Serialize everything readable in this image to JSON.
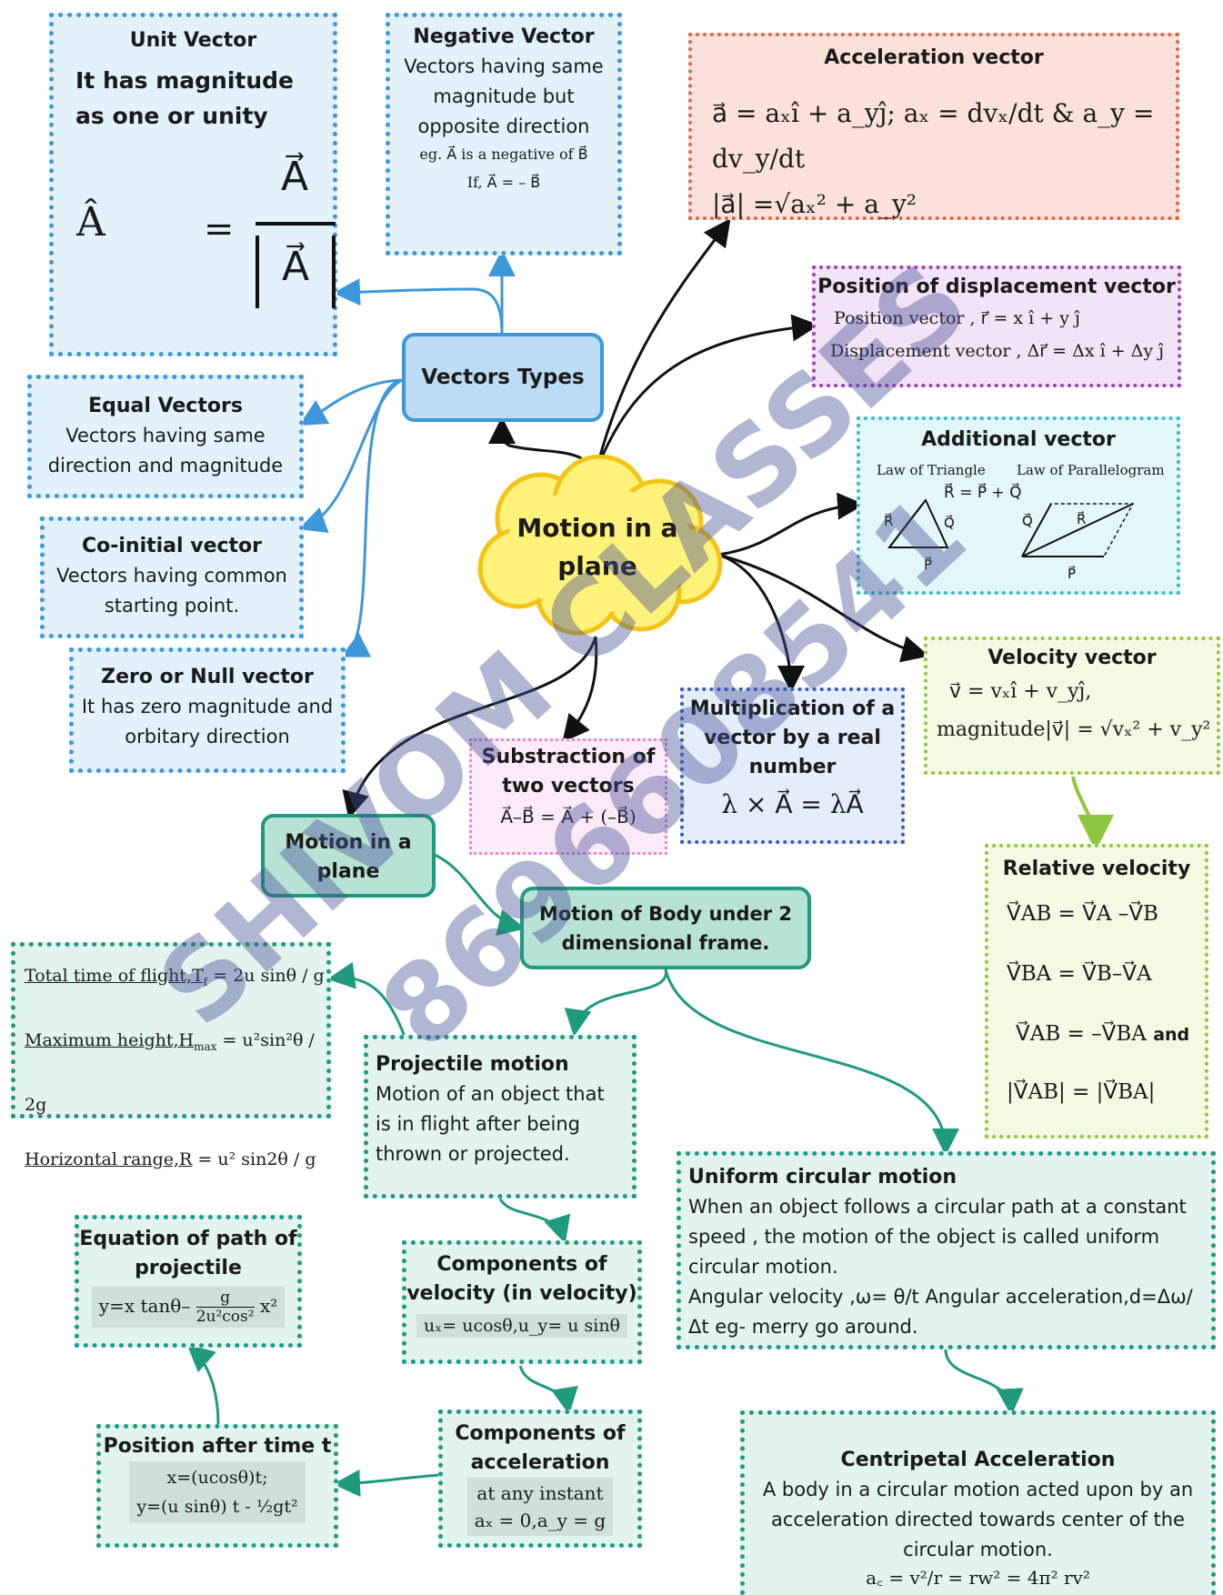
{
  "center": {
    "title": "Motion in a plane"
  },
  "types": {
    "hub": "Vectors Types",
    "unit": {
      "title": "Unit Vector",
      "text": "It has magnitude as one or unity",
      "formula_lhs": "Â",
      "formula_num": "A⃗",
      "formula_den": "A⃗"
    },
    "negative": {
      "title": "Negative Vector",
      "text": "Vectors having same magnitude but opposite direction",
      "example": "eg. A⃗ is a negative of B⃗",
      "formula": "If, A⃗ = – B⃗"
    },
    "equal": {
      "title": "Equal Vectors",
      "text": "Vectors having  same direction  and magnitude"
    },
    "coinitial": {
      "title": "Co-initial vector",
      "text": "Vectors having common starting  point."
    },
    "zero": {
      "title": "Zero or Null vector",
      "text": "It has zero magnitude and orbitary direction"
    }
  },
  "acceleration": {
    "title": "Acceleration vector",
    "line1": "a⃗ = aₓî + a_yĵ; aₓ = dvₓ/dt & a_y = dv_y/dt",
    "line2": "|a⃗| =√aₓ² + a_y²"
  },
  "position": {
    "title": "Position of displacement vector",
    "line1": "Position vector ,  r⃗ = x î + y ĵ",
    "line2": "Displacement vector ,   Δr⃗ = Δx î + Δy ĵ"
  },
  "additional": {
    "title": "Additional vector",
    "triangle_label": "Law of Triangle",
    "parallelogram_label": "Law of Parallelogram",
    "formula": "R⃗ = P⃗ + Q⃗",
    "R": "R⃗",
    "P": "P⃗",
    "Q": "Q⃗"
  },
  "velocity": {
    "title": "Velocity vector",
    "line1": "v⃗ = vₓî + v_yĵ,",
    "line2": "magnitude|v⃗| = √vₓ² + v_y²"
  },
  "relative": {
    "title": "Relative velocity",
    "line1": "V⃗AB = V⃗A –V⃗B",
    "line2": "V⃗BA = V⃗B–V⃗A",
    "line3": "V⃗AB = –V⃗BA",
    "and": "and",
    "line4": "|V⃗AB| = |V⃗BA|"
  },
  "multiplication": {
    "title": "Multiplication of a vector by a real number",
    "formula": "λ × A⃗ = λA⃗"
  },
  "subtraction": {
    "title": "Substraction of two vectors",
    "formula": "A⃗–B⃗ = A⃗ + (–B⃗)"
  },
  "motion_plane": {
    "title": "Motion in a plane"
  },
  "body_frame": {
    "title": "Motion of  Body under 2 dimensional frame."
  },
  "projectile_formulas": {
    "line1_label": "Total time of flight,T",
    "line1_sub": "f",
    "line1_value": "= 2u sinθ / g",
    "line2_label": "Maximum height,H",
    "line2_sub": "max",
    "line2_value": "= u²sin²θ / 2g",
    "line3_label": "Horizontal range,R",
    "line3_value": "=  u² sin2θ / g"
  },
  "projectile": {
    "title": "Projectile motion",
    "text": "Motion of an object that is in flight after being thrown  or projected."
  },
  "ucm": {
    "title": "Uniform circular motion",
    "text": "When an object follows a circular path at a constant speed , the motion of the object is called uniform circular motion.",
    "text2": "Angular velocity ,ω= θ/t Angular acceleration,d=Δω/Δt eg- merry go around."
  },
  "path_eq": {
    "title": "Equation of path of projectile",
    "formula_lhs": "y=x tanθ–",
    "frac_num": "g",
    "frac_den": "2u²cos²",
    "formula_rhs": "x²"
  },
  "comp_velocity": {
    "title": "Components of velocity (in velocity)",
    "formula": "uₓ= ucosθ,u_y= u sinθ"
  },
  "comp_accel": {
    "title": "Components of acceleration",
    "text": "at any instant",
    "formula": "aₓ = 0,a_y = g"
  },
  "position_t": {
    "title": "Position after time t",
    "line1": "x=(ucosθ)t;",
    "line2": "y=(u sinθ) t - ½gt²"
  },
  "centripetal": {
    "title": "Centripetal Acceleration",
    "text": "A body in a circular motion acted upon by an acceleration directed towards center of the circular motion.",
    "formula": "a꜀ = v²/r = rw² = 4π² rv²"
  },
  "watermark": {
    "line1": "SHIVOM CLASSES",
    "line2": "8696608541"
  },
  "colors": {
    "blue_border": "#3d97d9",
    "blue_fill": "#e3f1fb",
    "teal_border": "#1f9a7c",
    "teal_fill": "#e3f3ef",
    "accel_border": "#d9664a",
    "accel_fill": "#fbe1da",
    "purple_border": "#9b3fb3",
    "purple_fill": "#f3e3f6",
    "cyan_border": "#34bcc4",
    "cyan_fill": "#e3f6f8",
    "green_border": "#8cc63f",
    "green_fill": "#f5f9e3",
    "cloud_fill": "#fff27a",
    "cloud_border": "#f2c418"
  }
}
